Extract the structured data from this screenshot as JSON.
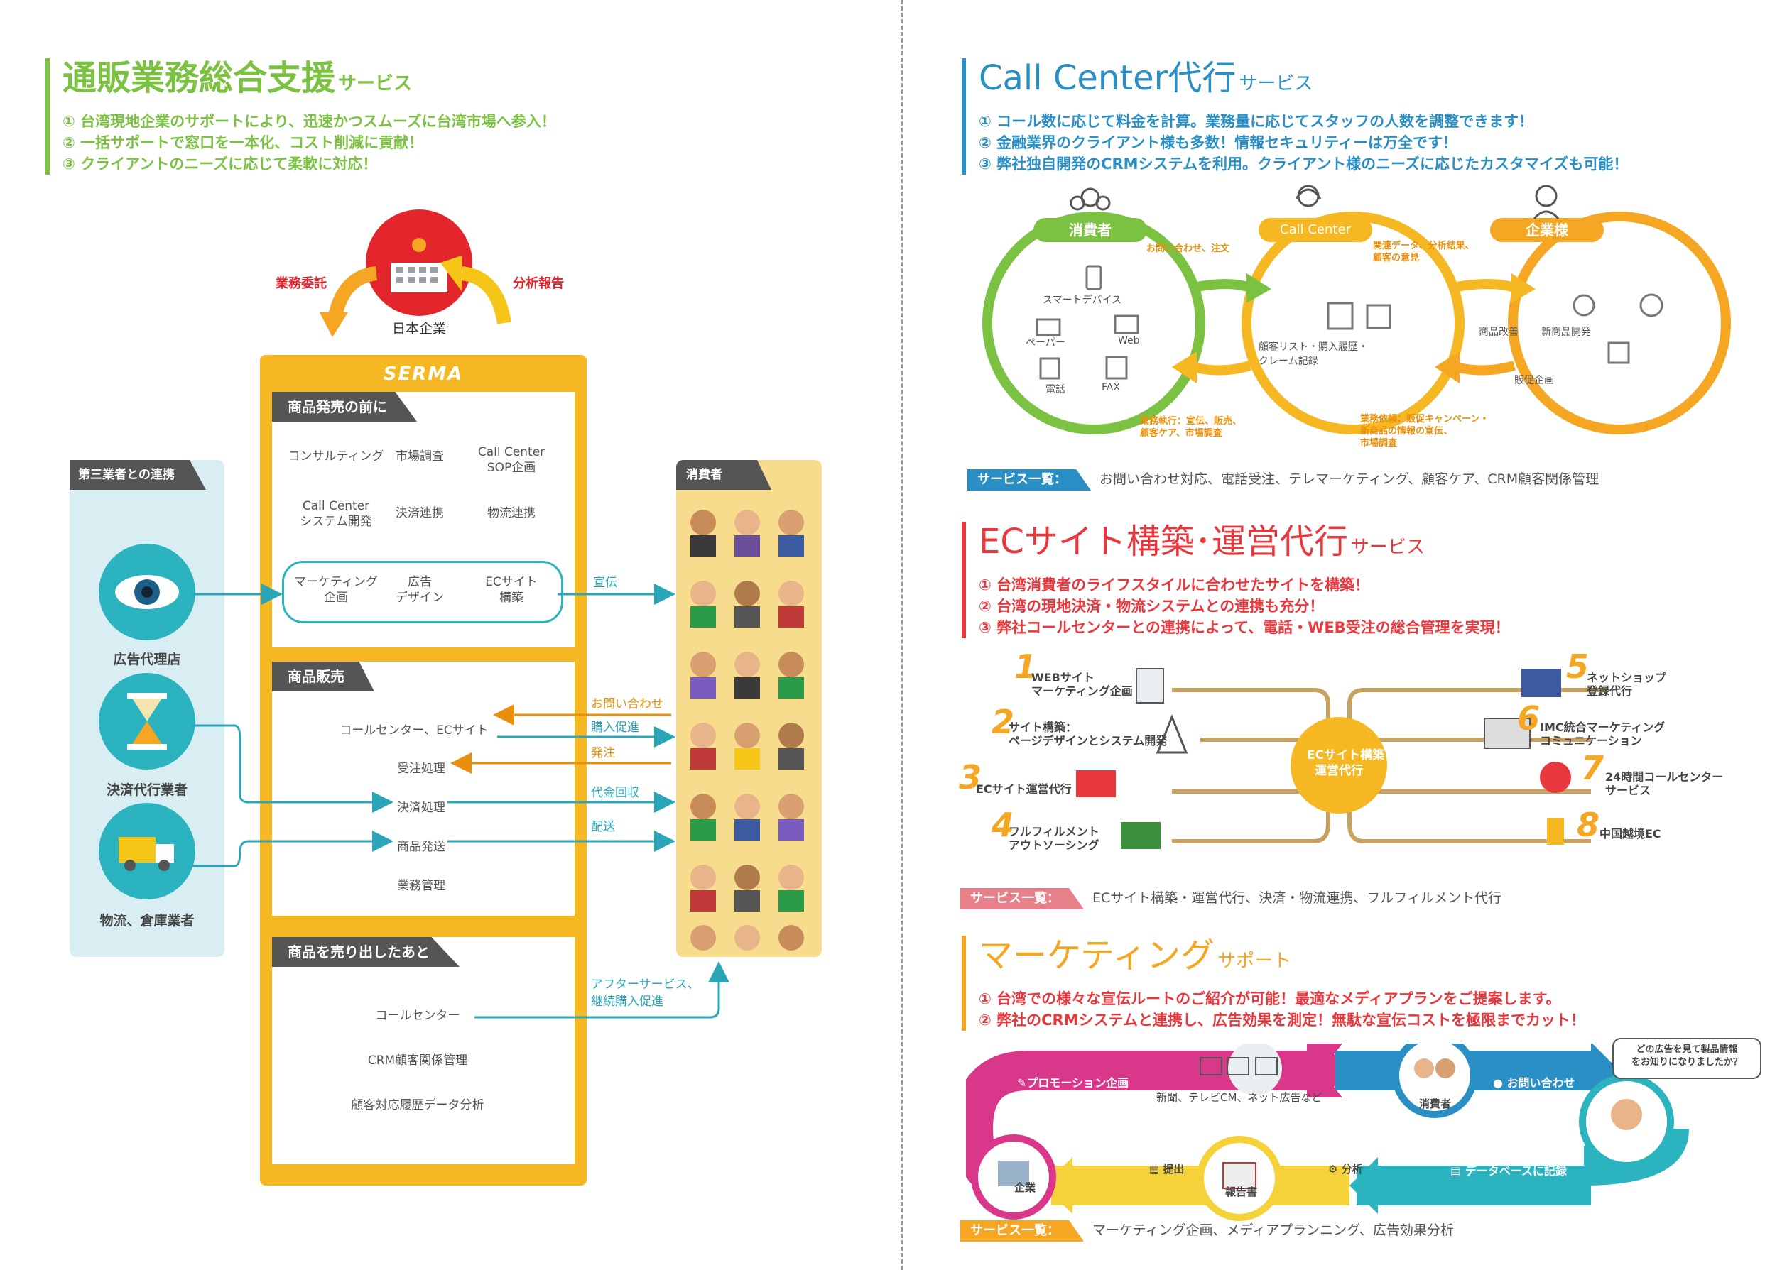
{
  "left": {
    "title": "通販業務総合支援",
    "title_suffix": "サービス",
    "points": [
      "① 台湾現地企業のサポートにより、迅速かつスムーズに台湾市場へ参入！",
      "② 一括サポートで窓口を一本化、コスト削減に貢献！",
      "③ クライアントのニーズに応じて柔軟に対応！"
    ],
    "top_left_arrow": "業務委託",
    "top_right_arrow": "分析報告",
    "company": "日本企業",
    "brand": "SERMA",
    "box1": {
      "tab": "商品発売の前に",
      "items": [
        "コンサルティング",
        "市場調査",
        "Call Center\nSOP企画",
        "Call Center\nシステム開発",
        "決済連携",
        "物流連携",
        "マーケティング\n企画",
        "広告\nデザイン",
        "ECサイト\n構築"
      ]
    },
    "box2": {
      "tab": "商品販売",
      "items": [
        "コールセンター、ECサイト",
        "受注処理",
        "決済処理",
        "商品発送",
        "業務管理"
      ]
    },
    "box3": {
      "tab": "商品を売り出したあと",
      "items": [
        "コールセンター",
        "CRM顧客関係管理",
        "顧客対応履歴データ分析"
      ]
    },
    "arrows": {
      "ad": "宣伝",
      "inquiry": "お問い合わせ",
      "promo": "購入促進",
      "order": "発注",
      "payment": "代金回収",
      "delivery": "配送",
      "after1": "アフターサービス、",
      "after2": "継続購入促進"
    },
    "third_party": {
      "tab": "第三業者との連携",
      "items": [
        "広告代理店",
        "決済代行業者",
        "物流、倉庫業者"
      ]
    },
    "consumers_tab": "消費者"
  },
  "callcenter": {
    "title": "Call Center代行",
    "title_suffix": "サービス",
    "points": [
      "① コール数に応じて料金を計算。業務量に応じてスタッフの人数を調整できます！",
      "② 金融業界のクライアント様も多数！情報セキュリティーは万全です！",
      "③ 弊社独自開発のCRMシステムを利用。クライアント様のニーズに応じたカスタマイズも可能！"
    ],
    "consumer": "消費者",
    "cc": "Call Center",
    "company": "企業様",
    "consumer_items": [
      "スマートデバイス",
      "ペーパー",
      "Web",
      "電話",
      "FAX"
    ],
    "cc_items": "顧客リスト・購入履歴・\nクレーム記録",
    "company_items": [
      "商品改善",
      "新商品開発",
      "販促企画"
    ],
    "arrow_top1": "お問い合わせ、注文",
    "arrow_top2": "関連データ、分析結果、\n顧客の意見",
    "arrow_bot1": "業務執行：宣伝、販売、\n顧客ケア、市場調査",
    "arrow_bot2": "業務依頼：販促キャンペーン・\n新商品の情報の宣伝、\n市場調査",
    "svc_chip": "サービス一覧：",
    "svc_text": "お問い合わせ対応、電話受注、テレマーケティング、顧客ケア、CRM顧客関係管理"
  },
  "ec": {
    "title": "ECサイト構築･運営代行",
    "title_suffix": "サービス",
    "points": [
      "① 台湾消費者のライフスタイルに合わせたサイトを構築！",
      "② 台湾の現地決済・物流システムとの連携も充分！",
      "③ 弊社コールセンターとの連携によって、電話・WEB受注の総合管理を実現！"
    ],
    "center": "ECサイト構築\n運営代行",
    "items": [
      {
        "n": "1",
        "t": "WEBサイト\nマーケティング企画"
      },
      {
        "n": "2",
        "t": "サイト構築：\nページデザインとシステム開発"
      },
      {
        "n": "3",
        "t": "ECサイト運営代行"
      },
      {
        "n": "4",
        "t": "フルフィルメント\nアウトソーシング"
      },
      {
        "n": "5",
        "t": "ネットショップ\n登録代行"
      },
      {
        "n": "6",
        "t": "IMC統合マーケティング\nコミュニケーション"
      },
      {
        "n": "7",
        "t": "24時間コールセンター\nサービス"
      },
      {
        "n": "8",
        "t": "中国越境EC"
      }
    ],
    "svc_chip": "サービス一覧：",
    "svc_text": "ECサイト構築・運営代行、決済・物流連携、フルフィルメント代行"
  },
  "marketing": {
    "title": "マーケティング",
    "title_suffix": "サポート",
    "points": [
      "① 台湾での様々な宣伝ルートのご紹介が可能！最適なメディアプランをご提案します。",
      "② 弊社のCRMシステムと連携し、広告効果を測定！無駄な宣伝コストを極限までカット！"
    ],
    "promo": "プロモーション企画",
    "media": "新聞、テレビCM、ネット広告など",
    "consumer": "消費者",
    "inquiry": "お問い合わせ",
    "bubble": "どの広告を見て製品情報\nをお知りになりましたか？",
    "company": "企業",
    "submit": "提出",
    "report": "報告書",
    "analysis": "分析",
    "database": "データベースに記録",
    "svc_chip": "サービス一覧：",
    "svc_text": "マーケティング企画、メディアプランニング、広告効果分析"
  },
  "colors": {
    "green": "#7cc242",
    "blue": "#2a8fc4",
    "red": "#e8383d",
    "orange": "#f5a623",
    "teal": "#2bb4c0",
    "gold": "#f5b823",
    "pink": "#d9388a",
    "purple": "#6a4ea0"
  }
}
